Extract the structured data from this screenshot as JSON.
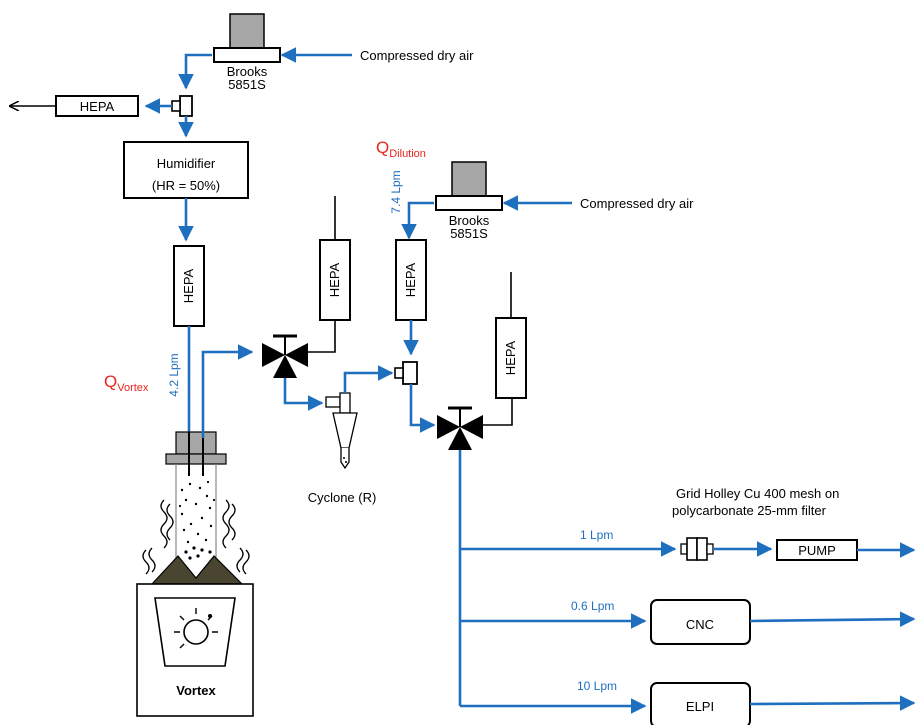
{
  "labels": {
    "compressed_air_1": "Compressed dry air",
    "compressed_air_2": "Compressed dry air",
    "brooks_1_line1": "Brooks",
    "brooks_1_line2": "5851S",
    "brooks_2_line1": "Brooks",
    "brooks_2_line2": "5851S",
    "hepa_exhaust": "HEPA",
    "humidifier": "Humidifier",
    "humidifier_sub": "(HR = 50%)",
    "hepa_vertical_1": "HEPA",
    "hepa_vertical_2": "HEPA",
    "hepa_vertical_3": "HEPA",
    "hepa_vertical_4": "HEPA",
    "q_vortex_main": "Q",
    "q_vortex_sub": "Vortex",
    "q_dilution_main": "Q",
    "q_dilution_sub": "Dilution",
    "cyclone": "Cyclone (R)",
    "vortex": "Vortex",
    "grid_line1": "Grid Holley Cu 400 mesh on",
    "grid_line2": "polycarbonate 25-mm filter",
    "pump": "PUMP",
    "cnc": "CNC",
    "elpi": "ELPI"
  },
  "flows": {
    "vortex": "4.2 Lpm",
    "dilution": "7.4 Lpm",
    "grid": "1 Lpm",
    "cnc": "0.6 Lpm",
    "elpi": "10 Lpm"
  },
  "colors": {
    "pipe": "#1f6fbf",
    "highlight": "#e8261c",
    "mfc_body": "#a6a6a6",
    "base": "#4a4530"
  }
}
